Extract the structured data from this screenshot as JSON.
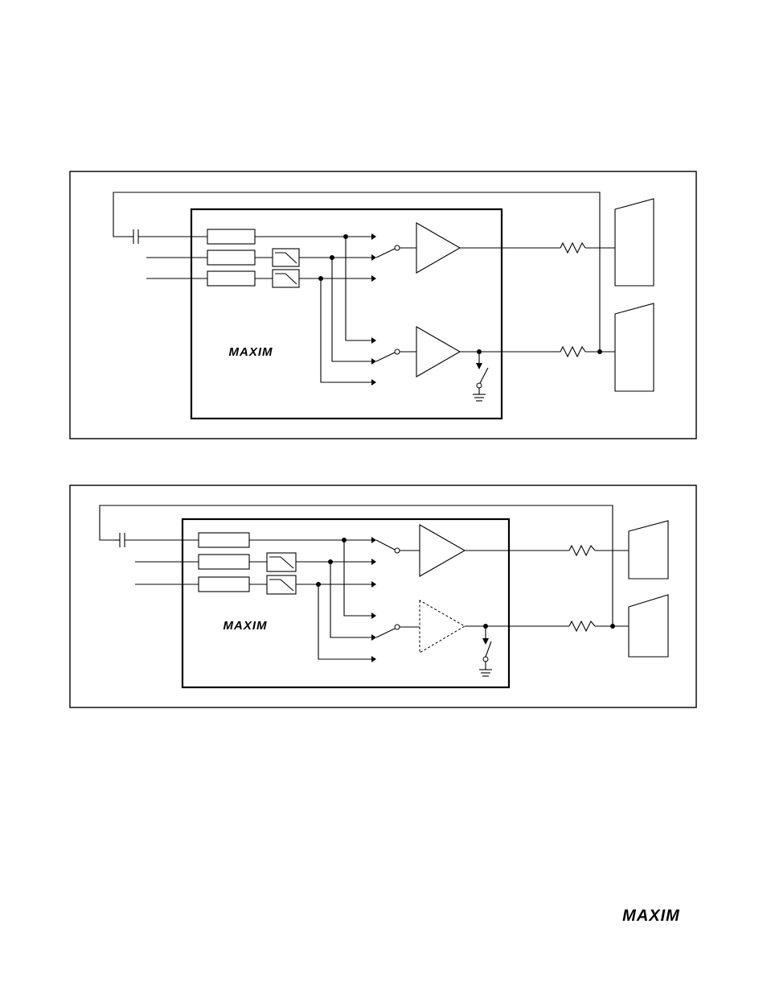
{
  "brand": {
    "logo_text": "MAXIM"
  },
  "diagrams": [
    {
      "id": "top",
      "second_amp_style": "solid"
    },
    {
      "id": "bottom",
      "second_amp_style": "dashed"
    }
  ]
}
